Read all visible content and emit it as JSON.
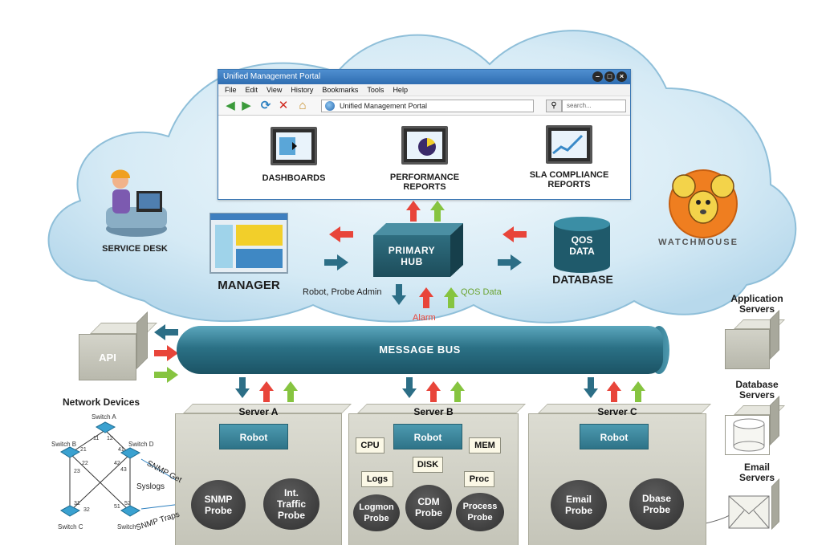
{
  "portal": {
    "title": "Unified Management Portal",
    "menu": [
      "File",
      "Edit",
      "View",
      "History",
      "Bookmarks",
      "Tools",
      "Help"
    ],
    "address": "Unified Management Portal",
    "search_placeholder": "search...",
    "icons": {
      "dashboards": "DASHBOARDS",
      "performance_l1": "PERFORMANCE",
      "performance_l2": "REPORTS",
      "sla_l1": "SLA COMPLIANCE",
      "sla_l2": "REPORTS"
    }
  },
  "cloud": {
    "service_desk": "SERVICE DESK",
    "manager": "MANAGER",
    "hub_l1": "PRIMARY",
    "hub_l2": "HUB",
    "db_l1": "QOS",
    "db_l2": "DATA",
    "database": "DATABASE",
    "brand": "WATCHMOUSE",
    "robot_probe_admin": "Robot, Probe Admin",
    "qos_data": "QOS Data",
    "alarm": "Alarm"
  },
  "bus": {
    "label": "MESSAGE BUS"
  },
  "api": {
    "label": "API"
  },
  "servers": {
    "a": {
      "title": "Server A",
      "robot": "Robot",
      "probe1_l1": "SNMP",
      "probe1_l2": "Probe",
      "probe2_l1": "Int.",
      "probe2_l2": "Traffic",
      "probe2_l3": "Probe"
    },
    "b": {
      "title": "Server B",
      "robot": "Robot",
      "cpu": "CPU",
      "mem": "MEM",
      "disk": "DISK",
      "logs": "Logs",
      "proc": "Proc",
      "probe1_l1": "Logmon",
      "probe1_l2": "Probe",
      "probe2_l1": "CDM",
      "probe2_l2": "Probe",
      "probe3_l1": "Process",
      "probe3_l2": "Probe"
    },
    "c": {
      "title": "Server C",
      "robot": "Robot",
      "probe1_l1": "Email",
      "probe1_l2": "Probe",
      "probe2_l1": "Dbase",
      "probe2_l2": "Probe"
    }
  },
  "right_side": {
    "app_l1": "Application",
    "app_l2": "Servers",
    "db_l1": "Database",
    "db_l2": "Servers",
    "email_l1": "Email",
    "email_l2": "Servers"
  },
  "network": {
    "title": "Network Devices",
    "switch_a": "Switch A",
    "switch_b": "Switch B",
    "switch_c": "Switch C",
    "switch_d": "Switch D",
    "switch_e": "Switch",
    "ports": [
      "11",
      "12",
      "21",
      "22",
      "23",
      "31",
      "32",
      "41",
      "42",
      "43",
      "51",
      "52"
    ],
    "snmp_get": "SNMP Get",
    "syslogs": "Syslogs",
    "snmp_traps": "SNMP Traps"
  },
  "colors": {
    "arrow_blue": "#2c6e86",
    "arrow_red": "#e8453a",
    "arrow_green": "#86c440",
    "cloud": "#cfe6f3",
    "teal": "#2b7186"
  }
}
